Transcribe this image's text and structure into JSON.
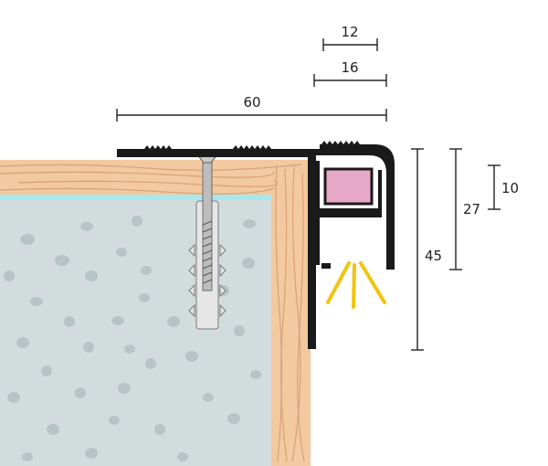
{
  "dimensions": {
    "width_60": "60",
    "width_16": "16",
    "width_12": "12",
    "height_45": "45",
    "height_27": "27",
    "height_10": "10"
  },
  "colors": {
    "wood": "#f2c9a0",
    "wood_grain": "#d9a176",
    "concrete": "#d3dcdd",
    "concrete_spots": "#b7c4c6",
    "adhesive": "#a6e8ee",
    "profile": "#1a1a1a",
    "led_insert": "#e8a8c8",
    "light_rays": "#f1c40f",
    "dowel": "#e6e6e6"
  }
}
